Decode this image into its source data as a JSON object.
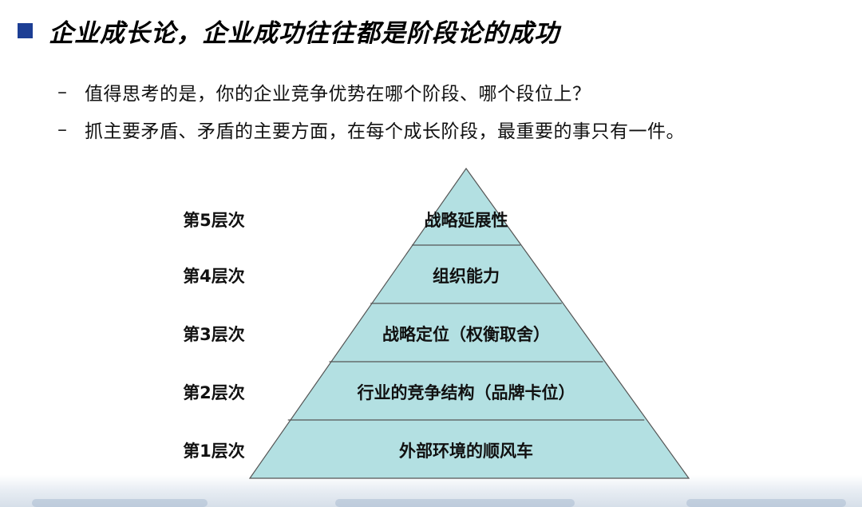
{
  "title": "企业成长论，企业成功往往都是阶段论的成功",
  "bullets": [
    {
      "marker": "–",
      "text": "值得思考的是，你的企业竞争优势在哪个阶段、哪个段位上？"
    },
    {
      "marker": "–",
      "text": "抓主要矛盾、矛盾的主要方面，在每个成长阶段，最重要的事只有一件。"
    }
  ],
  "pyramid": {
    "fill_color": "#b3e0e2",
    "line_color": "#555555",
    "levels": [
      {
        "label": "第5层次",
        "text": "战略延展性"
      },
      {
        "label": "第4层次",
        "text": "组织能力"
      },
      {
        "label": "第3层次",
        "text": "战略定位（权衡取舍）"
      },
      {
        "label": "第2层次",
        "text": "行业的竞争结构（品牌卡位）"
      },
      {
        "label": "第1层次",
        "text": "外部环境的顺风车"
      }
    ]
  },
  "accent_color": "#1c3e94"
}
